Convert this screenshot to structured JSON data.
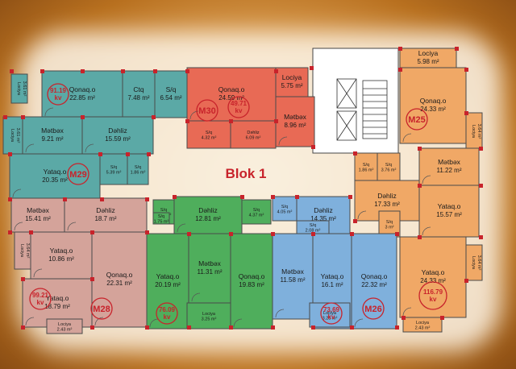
{
  "plan": {
    "title": "Blok 1",
    "colors": {
      "teal": "#5ba9a6",
      "red": "#e86a55",
      "orange": "#f0a866",
      "pink": "#d4a39a",
      "green": "#4fae5c",
      "blue": "#7fb0dc",
      "wall": "#c8232b",
      "core": "#ffffff"
    },
    "units": [
      {
        "id": "M29",
        "total": "91.19",
        "total_unit": "kv",
        "color": "teal"
      },
      {
        "id": "M30",
        "total": "49.71",
        "total_unit": "kv",
        "color": "red"
      },
      {
        "id": "M25",
        "total": "",
        "total_unit": "",
        "color": "orange"
      },
      {
        "id": "M28",
        "total": "99.21",
        "total_unit": "kv",
        "color": "pink"
      },
      {
        "id": "M27",
        "total": "76.09",
        "total_unit": "kv",
        "color": "green"
      },
      {
        "id": "M26",
        "total": "73.69",
        "total_unit": "kv",
        "color": "blue"
      },
      {
        "id": "M26",
        "total": "116.79",
        "total_unit": "kv",
        "color": "orange"
      }
    ],
    "rooms": [
      {
        "name": "Lociya",
        "area": "3.61 m²",
        "color": "teal"
      },
      {
        "name": "Qonaq.o",
        "area": "22.85 m²",
        "color": "teal"
      },
      {
        "name": "Ctq",
        "area": "7.48 m²",
        "color": "teal"
      },
      {
        "name": "S/q",
        "area": "6.54 m²",
        "color": "teal"
      },
      {
        "name": "Lociya",
        "area": "3.61 m²",
        "color": "teal"
      },
      {
        "name": "Mətbəx",
        "area": "9.21 m²",
        "color": "teal"
      },
      {
        "name": "Dəhliz",
        "area": "15.59 m²",
        "color": "teal"
      },
      {
        "name": "Yataq.o",
        "area": "20.35 m²",
        "color": "teal"
      },
      {
        "name": "S/q",
        "area": "5.39 m²",
        "color": "teal"
      },
      {
        "name": "S/q",
        "area": "1.86 m²",
        "color": "teal"
      },
      {
        "name": "Qonaq.o",
        "area": "24.59 m²",
        "color": "red"
      },
      {
        "name": "Lociya",
        "area": "5.75 m²",
        "color": "red"
      },
      {
        "name": "Mətbəx",
        "area": "8.96 m²",
        "color": "red"
      },
      {
        "name": "S/q",
        "area": "4.32 m²",
        "color": "red"
      },
      {
        "name": "Dəhliz",
        "area": "6.09 m²",
        "color": "red"
      },
      {
        "name": "Lociya",
        "area": "5.98 m²",
        "color": "orange"
      },
      {
        "name": "Qonaq.o",
        "area": "24.33 m²",
        "color": "orange"
      },
      {
        "name": "Lociya",
        "area": "3.64 m²",
        "color": "orange"
      },
      {
        "name": "S/q",
        "area": "1.86 m²",
        "color": "orange"
      },
      {
        "name": "S/q",
        "area": "3.76 m²",
        "color": "orange"
      },
      {
        "name": "Mətbəx",
        "area": "11.22 m²",
        "color": "orange"
      },
      {
        "name": "Dəhliz",
        "area": "17.33 m²",
        "color": "orange"
      },
      {
        "name": "Yataq.o",
        "area": "15.57 m²",
        "color": "orange"
      },
      {
        "name": "S/q",
        "area": "3 m²",
        "color": "orange"
      },
      {
        "name": "Yataq.o",
        "area": "24.33 m²",
        "color": "orange"
      },
      {
        "name": "Lociya",
        "area": "3.64 m²",
        "color": "orange"
      },
      {
        "name": "Lociya",
        "area": "2.43 m²",
        "color": "orange"
      },
      {
        "name": "Mətbəx",
        "area": "15.41 m²",
        "color": "pink"
      },
      {
        "name": "Dəhliz",
        "area": "18.7 m²",
        "color": "pink"
      },
      {
        "name": "Lociya",
        "area": "3.64 m²",
        "color": "pink"
      },
      {
        "name": "Yataq.o",
        "area": "10.86 m²",
        "color": "pink"
      },
      {
        "name": "Qonaq.o",
        "area": "22.31 m²",
        "color": "pink"
      },
      {
        "name": "Yataq.o",
        "area": "18.79 m²",
        "color": "pink"
      },
      {
        "name": "Lociya",
        "area": "2.43 m²",
        "color": "pink"
      },
      {
        "name": "S/q",
        "area": "3.37 m²",
        "color": "green"
      },
      {
        "name": "Dəhliz",
        "area": "12.81 m²",
        "color": "green"
      },
      {
        "name": "S/q",
        "area": "4.37 m²",
        "color": "green"
      },
      {
        "name": "S/q",
        "area": "1.75 m²",
        "color": "green"
      },
      {
        "name": "Yataq.o",
        "area": "20.19 m²",
        "color": "green"
      },
      {
        "name": "Mətbəx",
        "area": "11.31 m²",
        "color": "green"
      },
      {
        "name": "Qonaq.o",
        "area": "19.83 m²",
        "color": "green"
      },
      {
        "name": "Lociya",
        "area": "3.25 m²",
        "color": "green"
      },
      {
        "name": "S/q",
        "area": "4.05 m²",
        "color": "blue"
      },
      {
        "name": "Dəhliz",
        "area": "14.35 m²",
        "color": "blue"
      },
      {
        "name": "S/q",
        "area": "2.08 m²",
        "color": "blue"
      },
      {
        "name": "Mətbəx",
        "area": "11.58 m²",
        "color": "blue"
      },
      {
        "name": "Yataq.o",
        "area": "16.1 m²",
        "color": "blue"
      },
      {
        "name": "Qonaq.o",
        "area": "22.32 m²",
        "color": "blue"
      },
      {
        "name": "Lociya",
        "area": "3.25 m²",
        "color": "blue"
      }
    ]
  }
}
